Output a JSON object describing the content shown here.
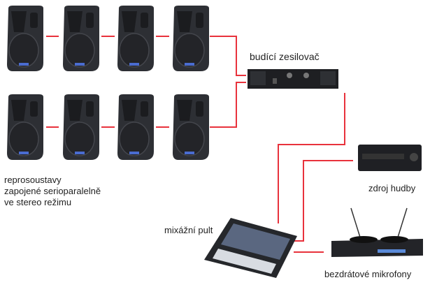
{
  "labels": {
    "amplifier": "budící zesilovač",
    "speakers": [
      "reprosoustavy",
      "zapojené serioparalelně",
      "ve stereo režimu"
    ],
    "music_source": "zdroj hudby",
    "mixer": "mixážní pult",
    "wireless_mics": "bezdrátové mikrofony"
  },
  "colors": {
    "cable": "#e8323c",
    "device": "#2a2c30"
  }
}
